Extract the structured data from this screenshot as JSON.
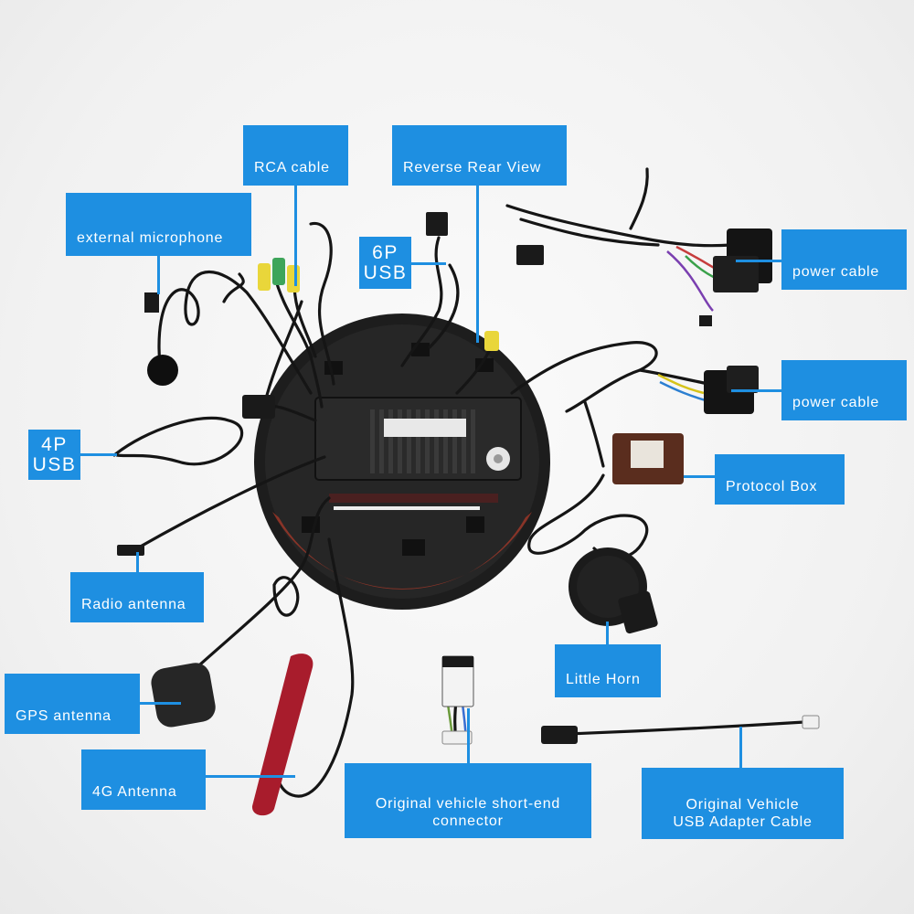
{
  "labels": {
    "rca_cable": "RCA cable",
    "reverse_rear_view": "Reverse Rear View",
    "external_microphone": "external microphone",
    "usb_6p_line1": "6P",
    "usb_6p_line2": "USB",
    "power_cable_top": "power cable",
    "power_cable_mid": "power cable",
    "usb_4p_line1": "4P",
    "usb_4p_line2": "USB",
    "protocol_box": "Protocol Box",
    "radio_antenna": "Radio antenna",
    "little_horn": "Little Horn",
    "gps_antenna": "GPS antenna",
    "antenna_4g": "4G Antenna",
    "short_end_line1": "Original vehicle short-end",
    "short_end_line2": "connector",
    "usb_adapter_line1": "Original Vehicle",
    "usb_adapter_line2": "USB Adapter Cable"
  },
  "colors": {
    "label_bg": "#1e8fe1",
    "label_text": "#ffffff",
    "background": "#f4f4f4"
  }
}
